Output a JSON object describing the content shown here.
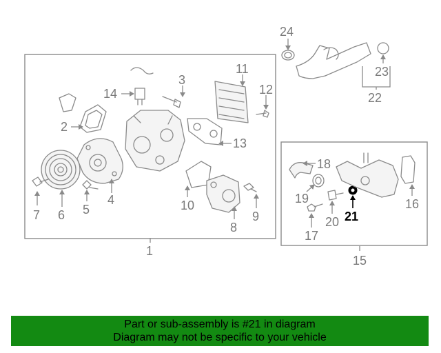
{
  "callouts": {
    "c1": "1",
    "c2": "2",
    "c3": "3",
    "c4": "4",
    "c5": "5",
    "c6": "6",
    "c7": "7",
    "c8": "8",
    "c9": "9",
    "c10": "10",
    "c11": "11",
    "c12": "12",
    "c13": "13",
    "c14": "14",
    "c15": "15",
    "c16": "16",
    "c17": "17",
    "c18": "18",
    "c19": "19",
    "c20": "20",
    "c21": "21",
    "c22": "22",
    "c23": "23",
    "c24": "24"
  },
  "highlighted_callout": "21",
  "colors": {
    "banner_bg": "#138a12",
    "line_gray": "#8a8a8a",
    "highlight": "#000000"
  },
  "banner": {
    "line1": "Part or sub-assembly is #21 in diagram",
    "line2": "Diagram may not be specific to your vehicle"
  }
}
